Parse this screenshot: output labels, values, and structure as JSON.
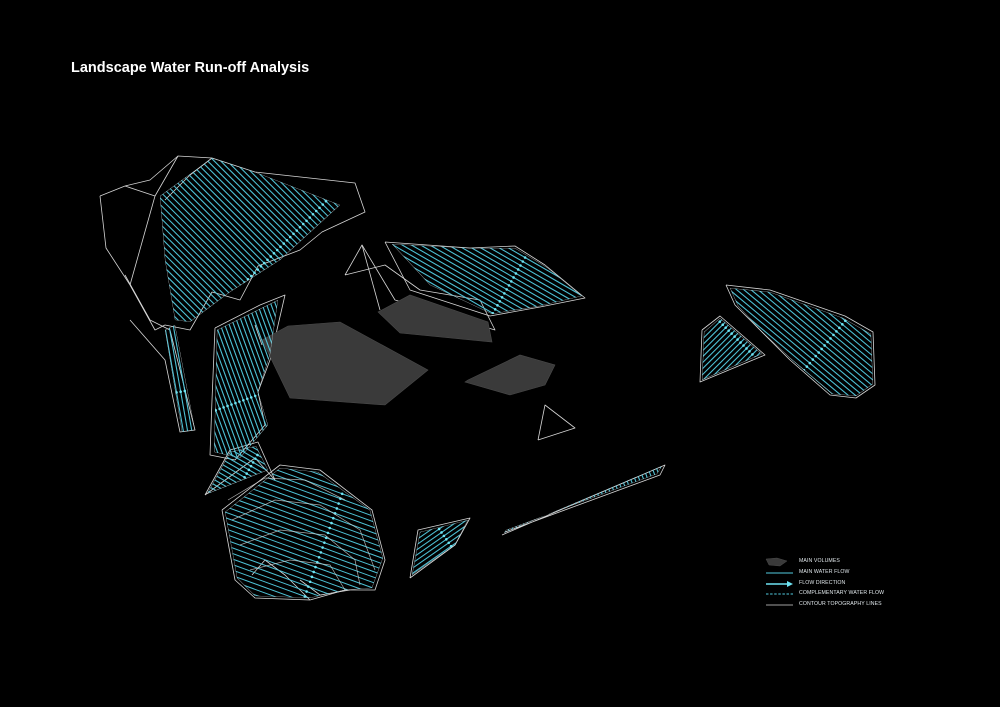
{
  "title": "Landscape Water Run-off Analysis",
  "colors": {
    "background": "#000000",
    "main_volumes": "#3a3a3a",
    "water_flow": "#52cbe0",
    "flow_direction": "#6ee3f2",
    "contour_lines": "#d6d6d6"
  },
  "legend": {
    "items": [
      {
        "key": "main-volumes",
        "label": "MAIN VOLUMES",
        "symbol": "filled-polygon"
      },
      {
        "key": "main-water-flow",
        "label": "MAIN WATER FLOW",
        "symbol": "cyan-line"
      },
      {
        "key": "flow-direction",
        "label": "FLOW DIRECTION",
        "symbol": "cyan-arrow"
      },
      {
        "key": "complementary-water-flow",
        "label": "COMPLEMENTARY WATER FLOW",
        "symbol": "cyan-dashed-line"
      },
      {
        "key": "contour-topography-lines",
        "label": "CONTOUR TOPOGRAPHY LINES",
        "symbol": "white-line"
      }
    ]
  }
}
